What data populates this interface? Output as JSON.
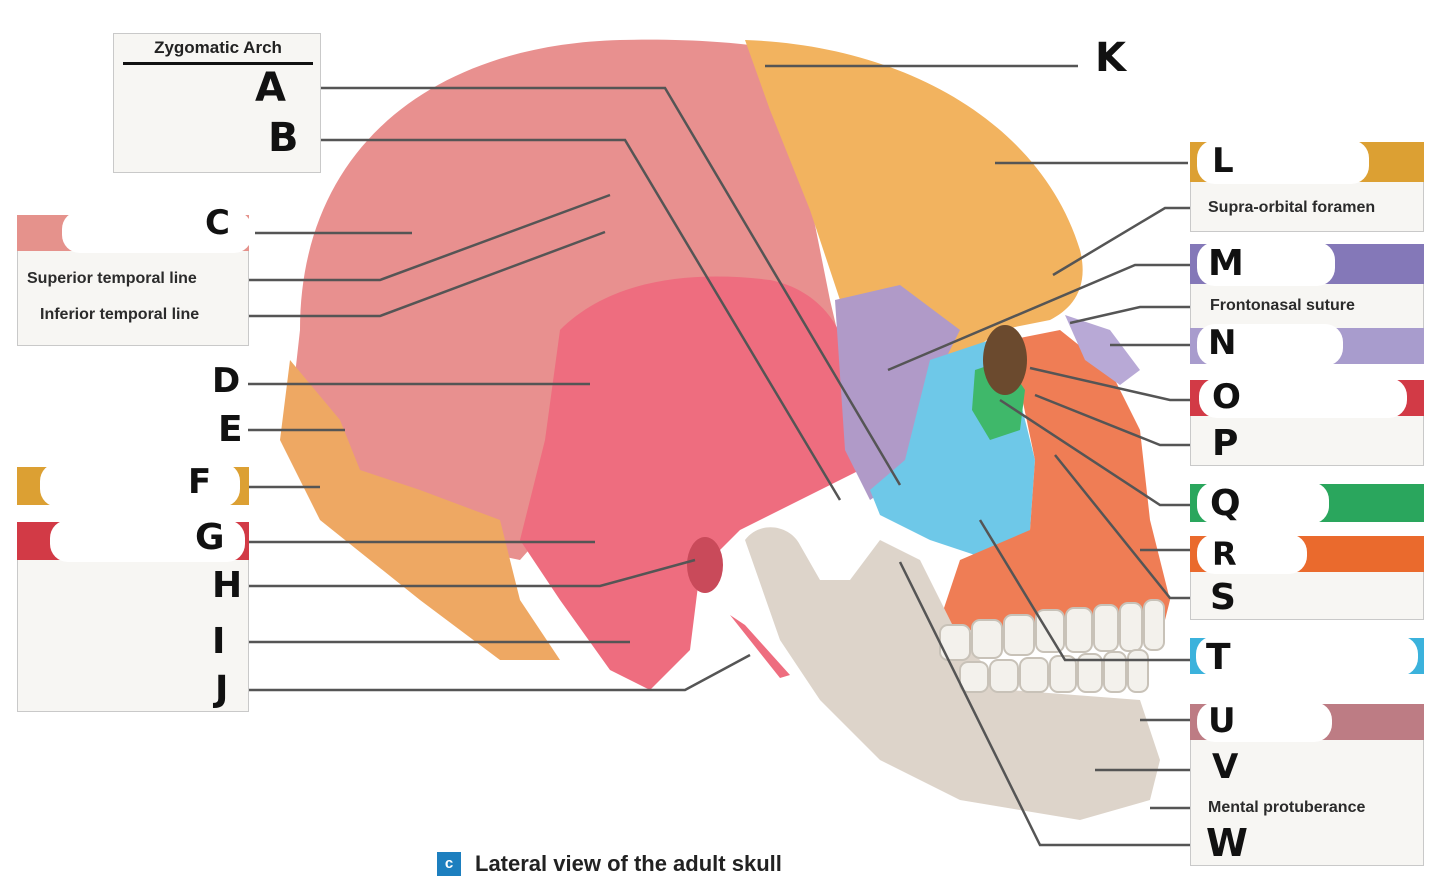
{
  "caption": {
    "badge": "c",
    "text": "Lateral view of the adult skull"
  },
  "left_box": {
    "title": "Zygomatic Arch"
  },
  "fixed_labels": {
    "superior_temporal_line": "Superior temporal line",
    "inferior_temporal_line": "Inferior temporal line",
    "supra_orbital_foramen": "Supra-orbital foramen",
    "frontonasal_suture": "Frontonasal suture",
    "mental_protuberance": "Mental protuberance"
  },
  "letters": [
    "A",
    "B",
    "C",
    "D",
    "E",
    "F",
    "G",
    "H",
    "I",
    "J",
    "K",
    "L",
    "M",
    "N",
    "O",
    "P",
    "Q",
    "R",
    "S",
    "T",
    "U",
    "V",
    "W"
  ],
  "colors": {
    "parietal": "#e8908f",
    "frontal": "#f2b35f",
    "occipital": "#eea863",
    "temporal": "#ee6d7f",
    "sphenoid": "#b09ac8",
    "zygomatic": "#6ec8e8",
    "maxilla": "#ef7d55",
    "mandible": "#ddd4ca",
    "ethmoid": "#3fb86a",
    "lacrimal": "#ec9a7f",
    "nasal": "#b8a9d6",
    "teeth": "#f3f1ec",
    "swatch_gold": "#dca033",
    "swatch_purple": "#8478b8",
    "swatch_lavender": "#a89ccd",
    "swatch_red": "#d23a46",
    "swatch_green": "#2aa65d",
    "swatch_orange": "#ea6a2d",
    "swatch_cyan": "#3bb2dc",
    "swatch_mauve": "#bd7c84",
    "swatch_salmon": "#e5928c",
    "caption_badge": "#1d7fbf"
  }
}
